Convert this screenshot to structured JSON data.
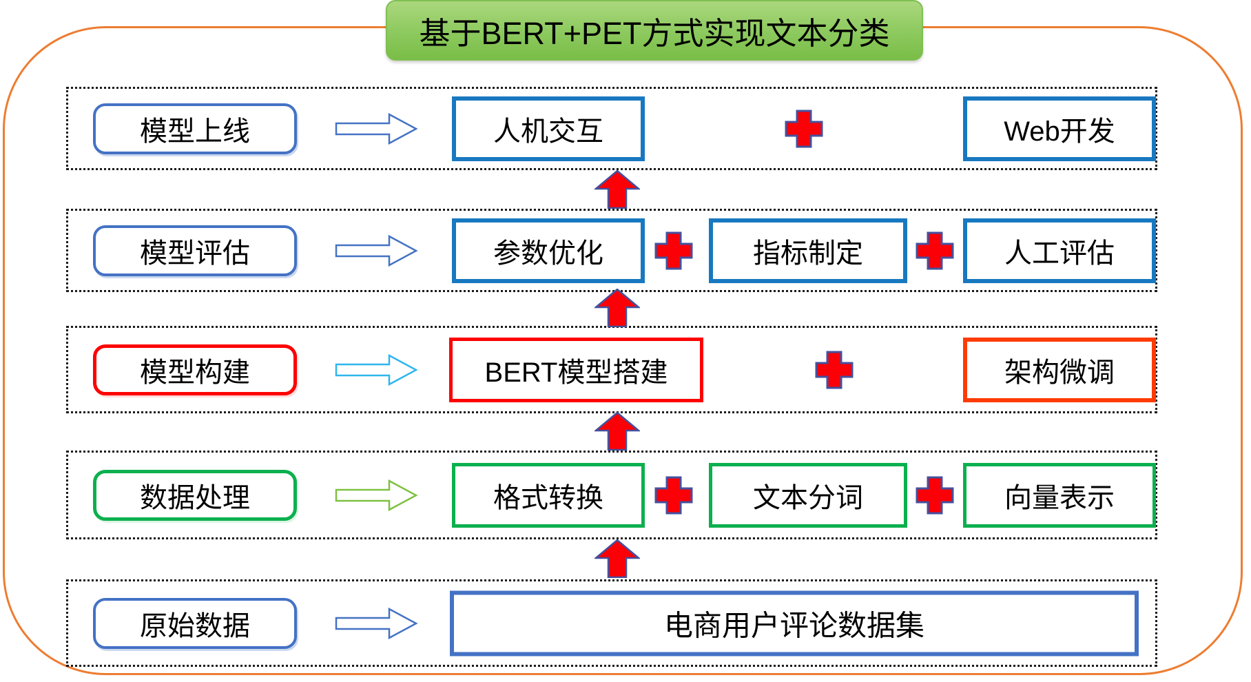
{
  "title": "基于BERT+PET方式实现文本分类",
  "colors": {
    "frame-orange": "#ed7d31",
    "title-green-light": "#abd77d",
    "title-green-dark": "#7abd47",
    "label-blue": "#4472c4",
    "box-blue": "#1878c0",
    "soft-blue": "#4472c4",
    "red": "#fe0000",
    "orange-red": "#fe3b01",
    "green": "#0cb04e",
    "arrow-blue": "#4472c4",
    "arrow-cyan": "#2fb6ec",
    "arrow-green": "#7ec141",
    "plus-fill": "#fb0006",
    "plus-stroke": "#44519e"
  },
  "rows": [
    {
      "label": "模型上线",
      "boxes": [
        "人机交互",
        "Web开发"
      ]
    },
    {
      "label": "模型评估",
      "boxes": [
        "参数优化",
        "指标制定",
        "人工评估"
      ]
    },
    {
      "label": "模型构建",
      "boxes": [
        "BERT模型搭建",
        "架构微调"
      ]
    },
    {
      "label": "数据处理",
      "boxes": [
        "格式转换",
        "文本分词",
        "向量表示"
      ]
    },
    {
      "label": "原始数据",
      "boxes": [
        "电商用户评论数据集"
      ]
    }
  ]
}
